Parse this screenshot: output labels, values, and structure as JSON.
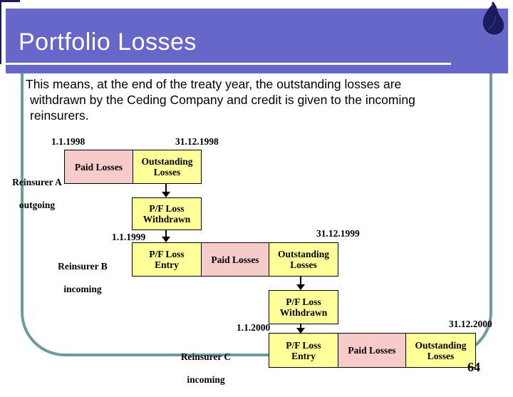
{
  "title_bar": {
    "title": "Portfolio Losses",
    "logo_icon": "flame-icon"
  },
  "body": {
    "lines": [
      "This means, at the end of the treaty year, the outstanding losses are",
      "withdrawn by the Ceding Company and credit is given to the incoming",
      "reinsurers."
    ]
  },
  "page_number": "64",
  "colors": {
    "banner_purple": "#6667C9",
    "frame_teal": "#6E9C9C",
    "yellow_box": "#FFFF99",
    "pink_box": "#F8CBCB",
    "logo_navy": "#1B1B5E"
  },
  "diagram": {
    "rows": {
      "a": {
        "name": "Reinsurer A",
        "direction": "outgoing",
        "date_start": "1.1.1998",
        "date_end": "31.12.1998",
        "paid": "Paid Losses",
        "outstanding": "Outstanding\nLosses"
      },
      "b": {
        "name": "Reinsurer B",
        "direction": "incoming",
        "date_start": "1.1.1999",
        "date_end": "31.12.1999",
        "entry": "P/F Loss\nEntry",
        "paid": "Paid Losses",
        "outstanding": "Outstanding\nLosses"
      },
      "c": {
        "name": "Reinsurer C",
        "direction": "incoming",
        "date_start": "1.1.2000",
        "date_end": "31.12.2000",
        "entry": "P/F Loss\nEntry",
        "paid": "Paid Losses",
        "outstanding": "Outstanding\nLosses"
      }
    },
    "withdrawn_1": "P/F Loss\nWithdrawn",
    "withdrawn_2": "P/F Loss\nWithdrawn"
  }
}
